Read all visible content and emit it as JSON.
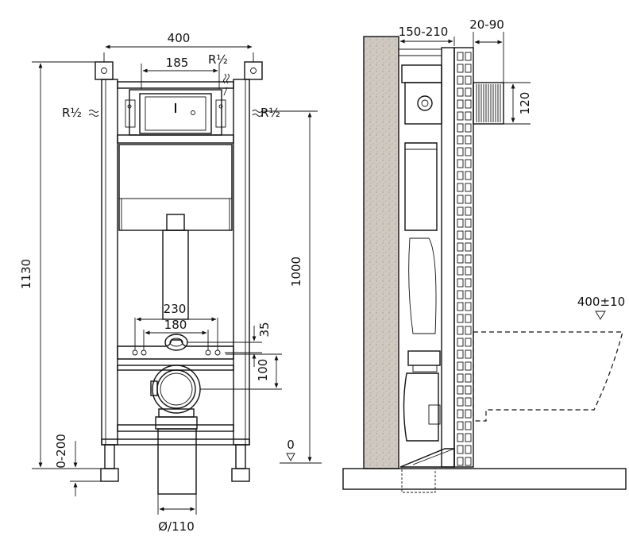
{
  "dimensions": {
    "width_400": "400",
    "inlet_185": "185",
    "inlet_r_top": "R½",
    "inlet_r_left": "R½",
    "inlet_r_right": "R½",
    "height_1130": "1130",
    "height_1000": "1000",
    "bolt_230": "230",
    "bolt_180": "180",
    "offset_35": "35",
    "offset_100": "100",
    "foot_0_200": "0-200",
    "zero_level": "0",
    "pipe_diameter": "Ø/110",
    "depth_150_210": "150-210",
    "depth_20_90": "20-90",
    "outlet_120": "120",
    "seat_height": "400±10"
  },
  "colors": {
    "line": "#111111",
    "wall_fill": "#c9c3bb",
    "background": "#ffffff"
  }
}
